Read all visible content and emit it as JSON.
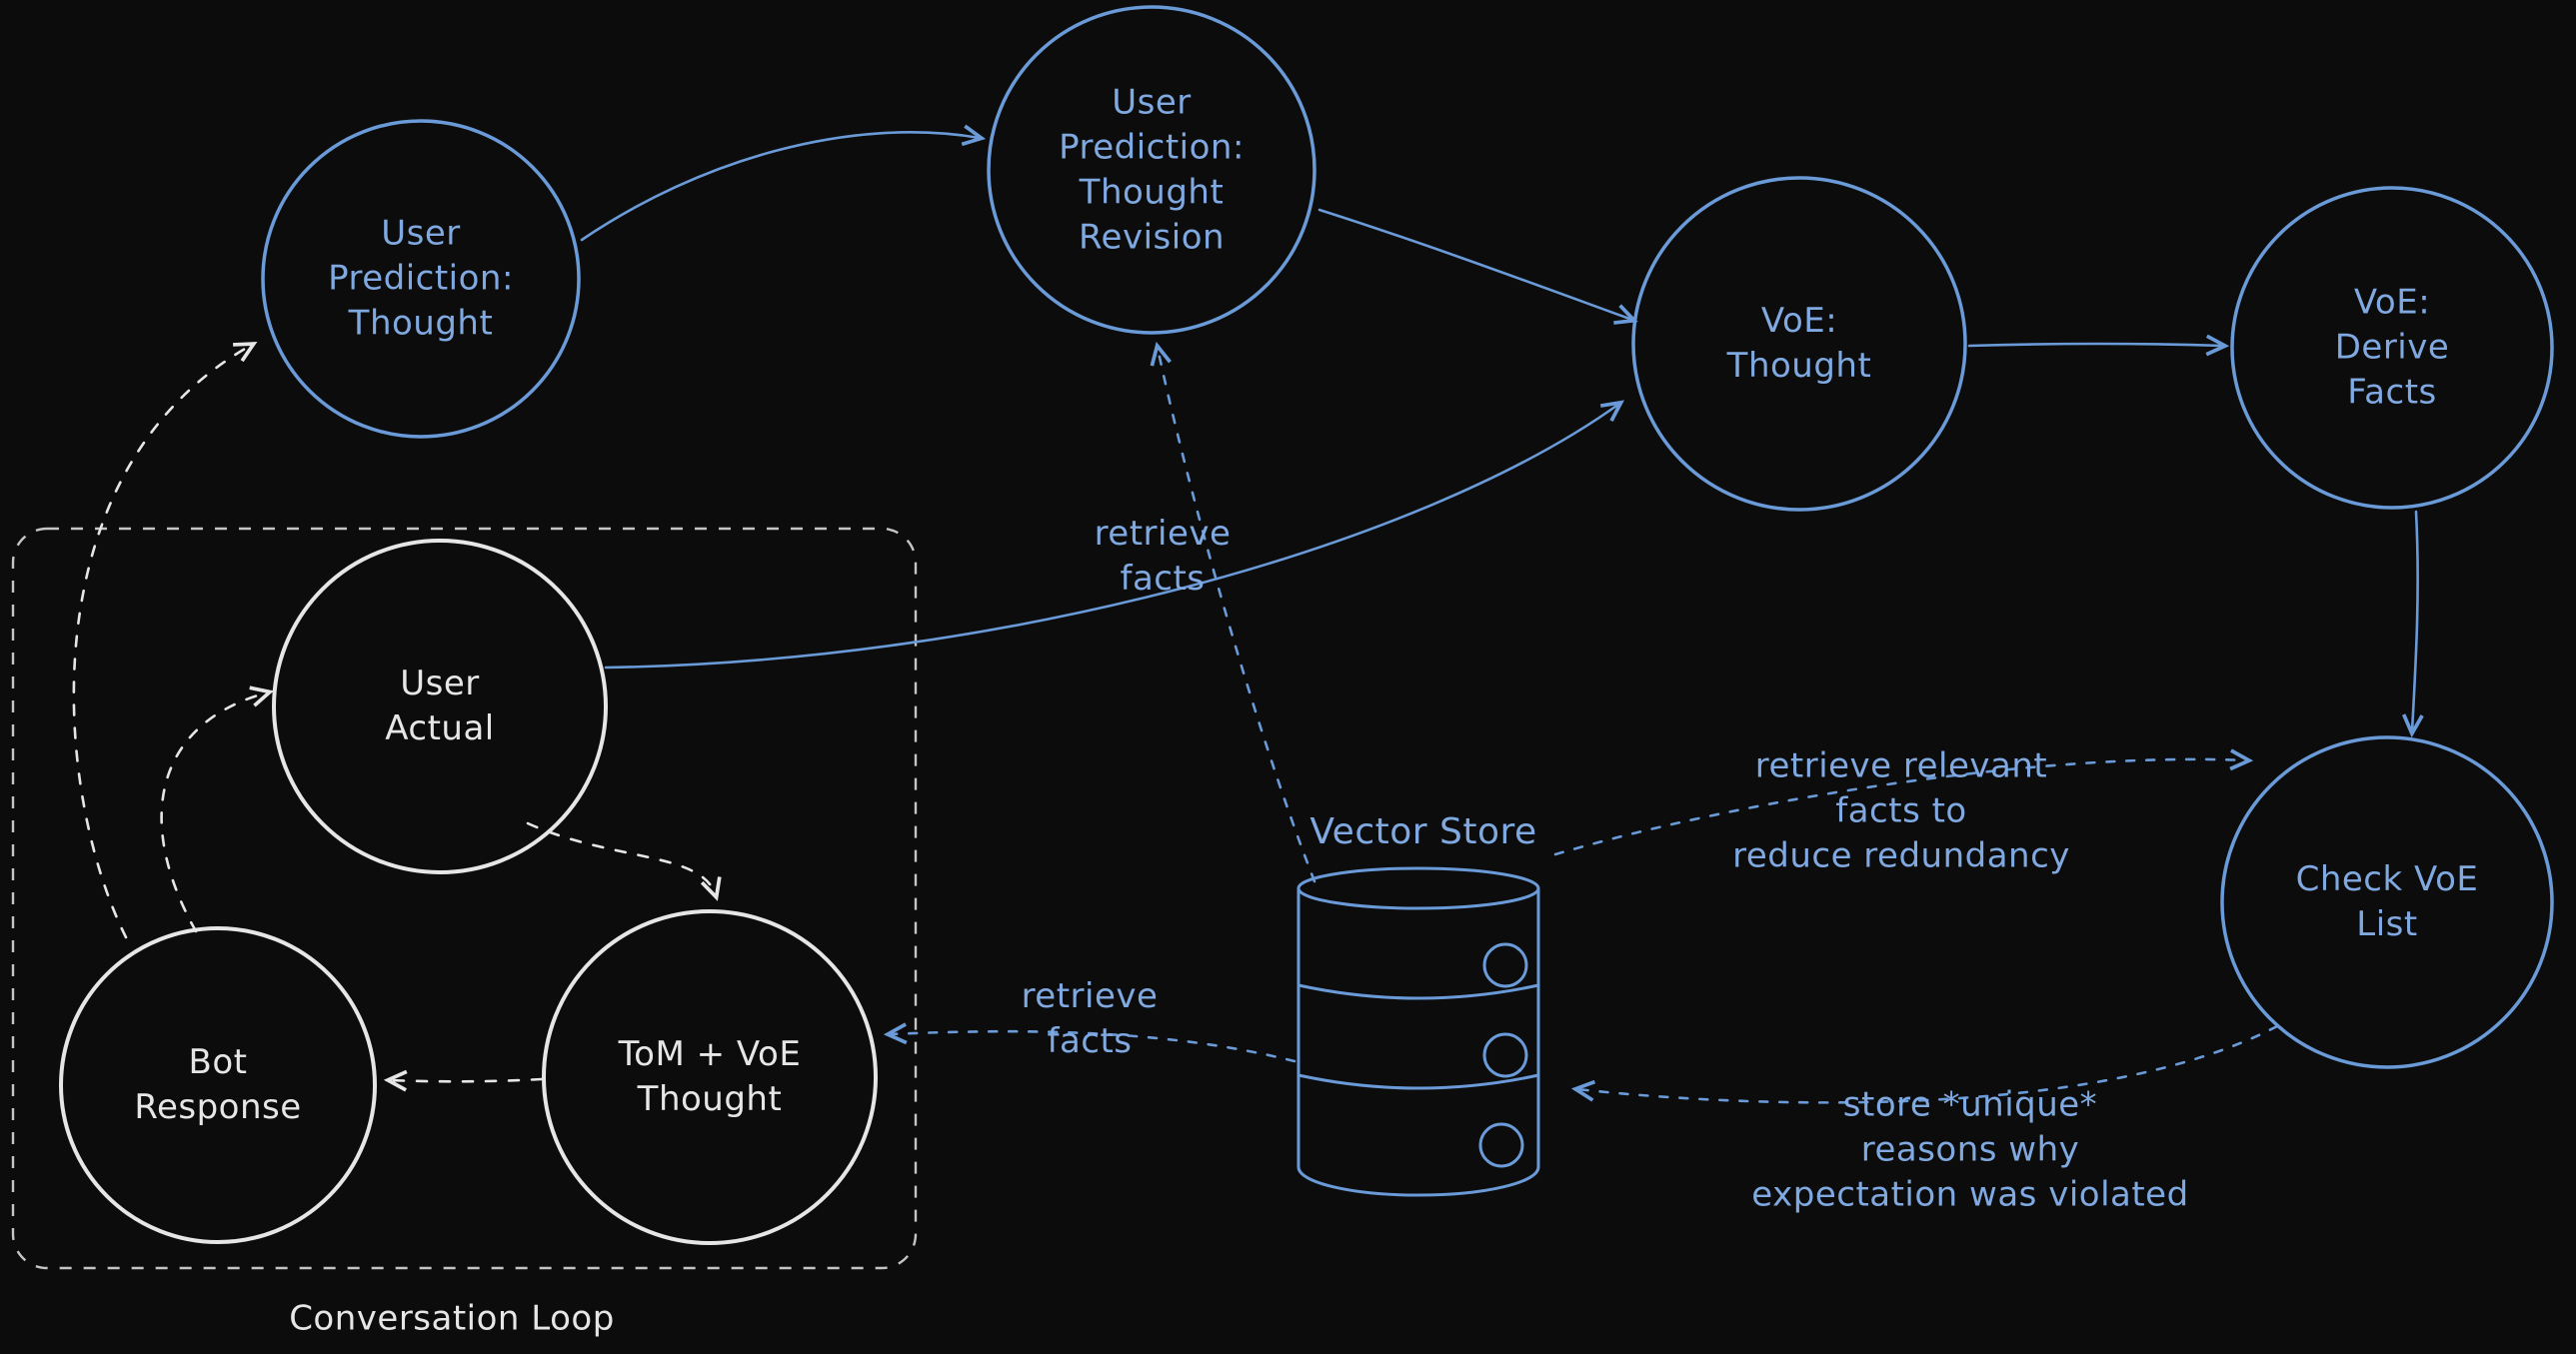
{
  "theme": {
    "bg": "#0c0c0c",
    "blue": "#6a9bd8",
    "blue-text": "#7fa9e0",
    "white": "#e6e6e6"
  },
  "nodes": {
    "user_prediction_thought": "User\nPrediction:\nThought",
    "user_prediction_thought_revision": "User\nPrediction:\nThought\nRevision",
    "voe_thought": "VoE:\nThought",
    "voe_derive_facts": "VoE: Derive\nFacts",
    "check_voe_list": "Check VoE\nList",
    "user_actual": "User\nActual",
    "bot_response": "Bot\nResponse",
    "tom_voe_thought": "ToM + VoE\nThought"
  },
  "labels": {
    "vector_store": "Vector Store",
    "conversation_loop": "Conversation Loop",
    "retrieve_facts_top": "retrieve\nfacts",
    "retrieve_facts_left": "retrieve\nfacts",
    "retrieve_relevant": "retrieve relevant\nfacts to\nreduce redundancy",
    "store_unique": "store *unique*\nreasons why\nexpectation was violated"
  }
}
